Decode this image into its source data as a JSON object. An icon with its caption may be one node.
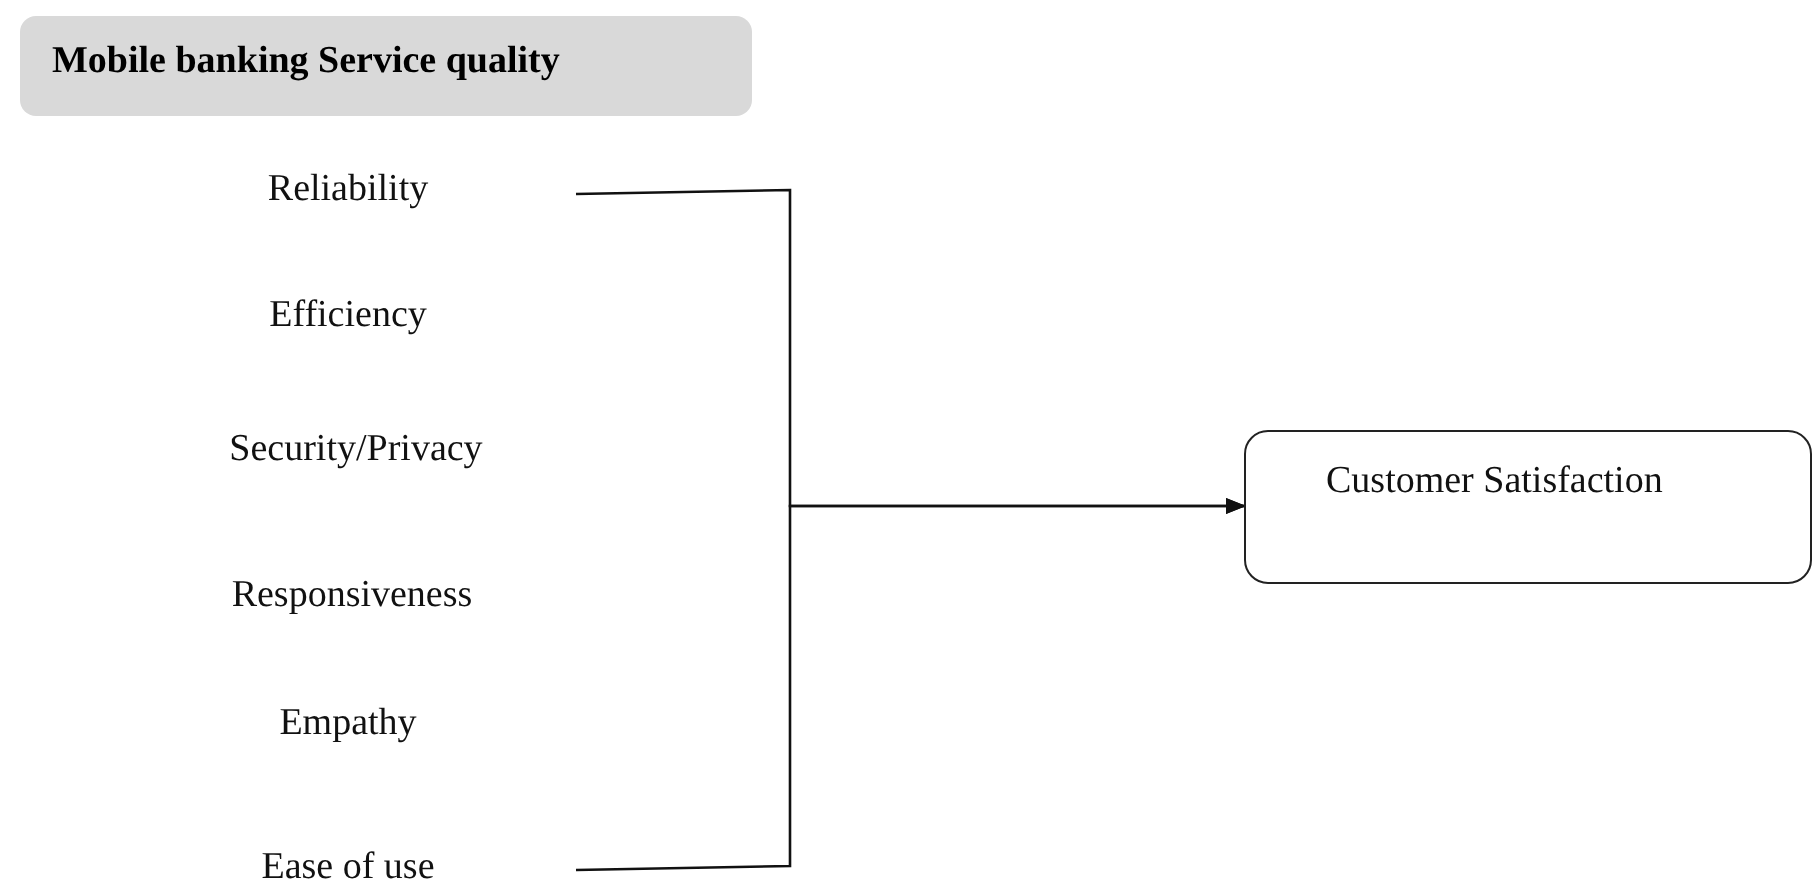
{
  "diagram": {
    "title": "Mobile banking Service quality",
    "nodes": [
      {
        "text": [
          "Reliability"
        ]
      },
      {
        "text": [
          "Efficiency"
        ]
      },
      {
        "text": [
          "Security/Privacy"
        ]
      },
      {
        "text": [
          "Responsiveness"
        ]
      },
      {
        "text": [
          "Empathy"
        ]
      },
      {
        "text": [
          "Ease of use"
        ]
      },
      {
        "text": [
          "Customer Satisfaction"
        ]
      }
    ],
    "edges": [
      {
        "from": 0,
        "to": 6,
        "arrow": "to"
      },
      {
        "from": 5,
        "to": 6,
        "arrow": "to"
      }
    ]
  }
}
